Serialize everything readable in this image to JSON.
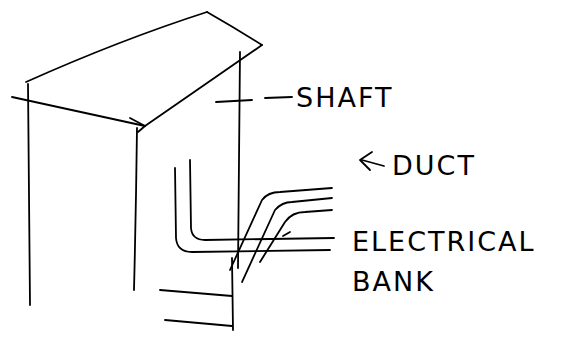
{
  "diagram": {
    "labels": [
      "SHAFT",
      "DUCT",
      "ELECTRICAL BANK"
    ]
  }
}
